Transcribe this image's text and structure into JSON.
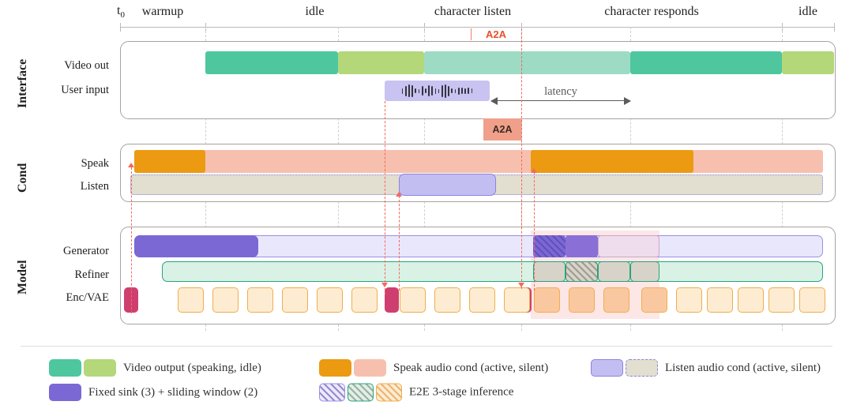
{
  "timeline": {
    "origin_label": "t",
    "origin_sub": "0",
    "phases": [
      {
        "name": "warmup",
        "label": "warmup"
      },
      {
        "name": "idle-1",
        "label": "idle"
      },
      {
        "name": "character-listen",
        "label": "character listen"
      },
      {
        "name": "character-responds",
        "label": "character responds"
      },
      {
        "name": "idle-2",
        "label": "idle"
      }
    ],
    "a2a_marker": "A2A"
  },
  "groups": [
    {
      "name": "interface",
      "label": "Interface",
      "rows": [
        {
          "name": "video-out",
          "label": "Video out"
        },
        {
          "name": "user-input",
          "label": "User input"
        }
      ]
    },
    {
      "name": "cond",
      "label": "Cond",
      "rows": [
        {
          "name": "speak",
          "label": "Speak"
        },
        {
          "name": "listen",
          "label": "Listen"
        }
      ]
    },
    {
      "name": "model",
      "label": "Model",
      "rows": [
        {
          "name": "generator",
          "label": "Generator"
        },
        {
          "name": "refiner",
          "label": "Refiner"
        },
        {
          "name": "enc-vae",
          "label": "Enc/VAE"
        }
      ]
    }
  ],
  "annotations": {
    "latency": "latency",
    "a2a_box": "A2A"
  },
  "legend": [
    {
      "name": "video-output",
      "label": "Video output (speaking, idle)",
      "swatches": [
        "#4ec79f",
        "#b4d77a"
      ]
    },
    {
      "name": "fixed-sink",
      "label": "Fixed sink (3) + sliding window (2)",
      "swatches": [
        "#7b68d4"
      ]
    },
    {
      "name": "speak-audio-cond",
      "label": "Speak audio cond (active, silent)",
      "swatches": [
        "#eb9a12",
        "#f7c0ae"
      ]
    },
    {
      "name": "e2e-inference",
      "label": "E2E 3-stage inference",
      "swatches": [
        "hatch-purple",
        "hatch-green",
        "hatch-orange"
      ]
    },
    {
      "name": "listen-audio-cond",
      "label": "Listen audio cond (active, silent)",
      "swatches": [
        "#c3bef2",
        "#e2ded0"
      ]
    }
  ],
  "colors": {
    "video_speaking": "#4ec79f",
    "video_idle": "#b4d77a",
    "video_speaking_light": "#9ddbc4",
    "speak_active": "#eb9a12",
    "speak_silent": "#f7c0ae",
    "listen_active": "#c3bef2",
    "listen_silent": "#e2ded0",
    "generator_sink": "#7b68d4",
    "refiner": "#29a37a",
    "enc_vae": "#f0ae4c",
    "event_marker": "#ce3f6f",
    "a2a": "#e8502a"
  },
  "chart_data": {
    "type": "timeline",
    "x_range": [
      152,
      1056
    ],
    "phase_boundaries": [
      152,
      260,
      428,
      537,
      660,
      798,
      990,
      1056
    ],
    "tracks": {
      "video_out": [
        {
          "start": 260,
          "end": 428,
          "state": "speaking"
        },
        {
          "start": 428,
          "end": 537,
          "state": "idle"
        },
        {
          "start": 537,
          "end": 798,
          "state": "speaking-light"
        },
        {
          "start": 798,
          "end": 990,
          "state": "speaking"
        },
        {
          "start": 990,
          "end": 1056,
          "state": "idle"
        }
      ],
      "user_input": [
        {
          "start": 487,
          "end": 620,
          "state": "waveform"
        }
      ],
      "speak_cond": [
        {
          "start": 170,
          "end": 260,
          "state": "active"
        },
        {
          "start": 260,
          "end": 672,
          "state": "silent"
        },
        {
          "start": 672,
          "end": 878,
          "state": "active"
        },
        {
          "start": 878,
          "end": 1042,
          "state": "silent"
        }
      ],
      "listen_cond": [
        {
          "start": 165,
          "end": 505,
          "state": "silent"
        },
        {
          "start": 505,
          "end": 628,
          "state": "active"
        },
        {
          "start": 628,
          "end": 1042,
          "state": "silent"
        }
      ],
      "generator": [
        {
          "start": 170,
          "end": 327,
          "state": "sink"
        },
        {
          "start": 327,
          "end": 675,
          "state": "context"
        },
        {
          "start": 675,
          "end": 716,
          "state": "hatched"
        },
        {
          "start": 716,
          "end": 757,
          "state": "active"
        },
        {
          "start": 757,
          "end": 835,
          "state": "pink"
        },
        {
          "start": 835,
          "end": 1042,
          "state": "context"
        }
      ],
      "refiner": [
        {
          "start": 205,
          "end": 1042,
          "state": "active"
        }
      ],
      "enc_vae_events": [
        157,
        487,
        655
      ],
      "inference_highlight": {
        "start": 672,
        "end": 835
      }
    }
  }
}
